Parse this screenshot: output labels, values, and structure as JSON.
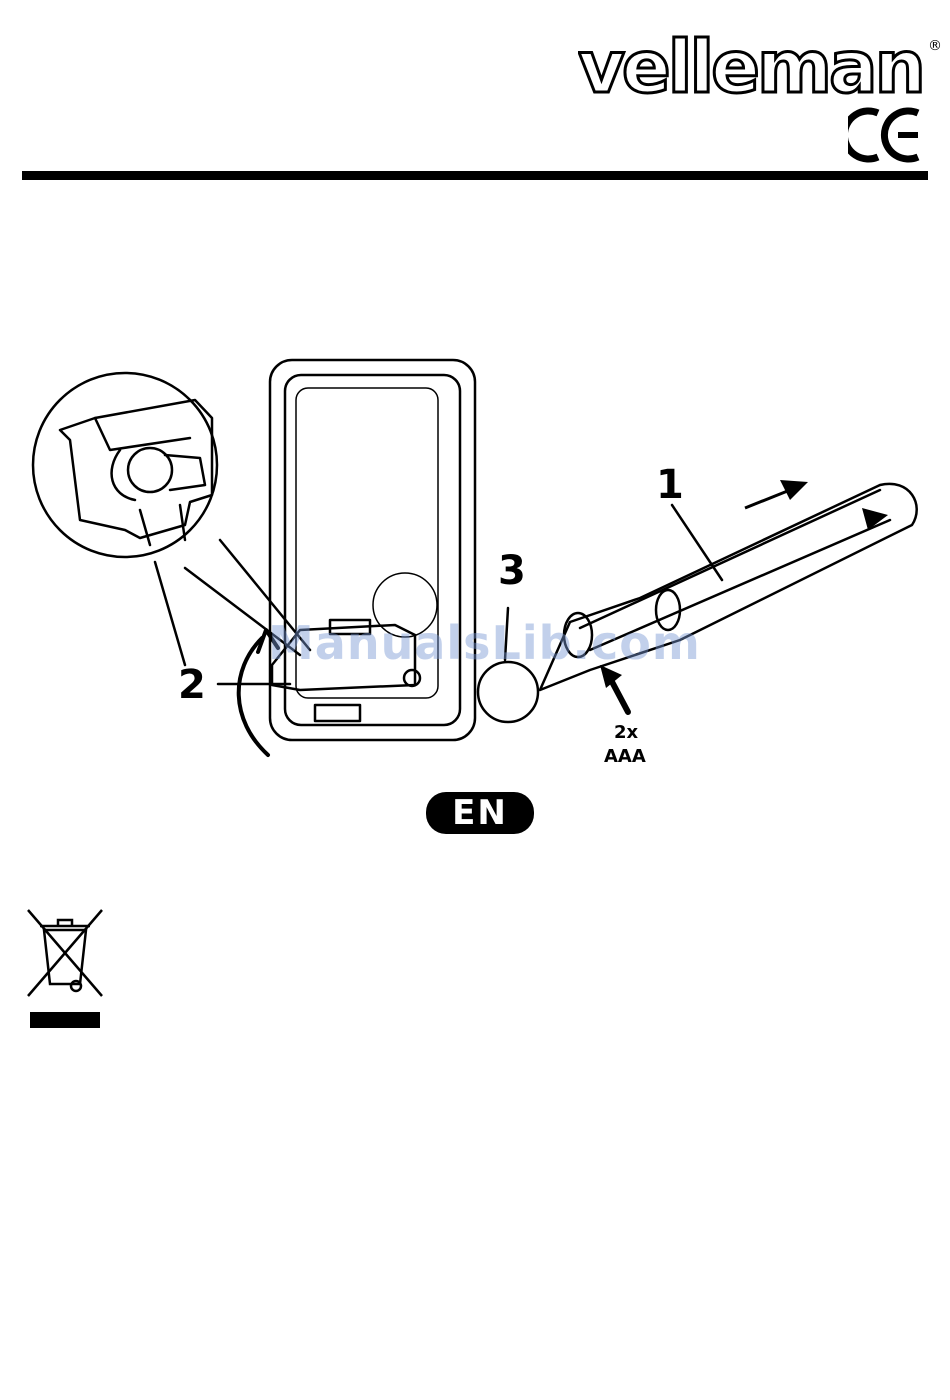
{
  "brand": {
    "name": "velleman",
    "registered_mark": "®",
    "certification": "CE"
  },
  "figure": {
    "callouts": [
      "1",
      "2",
      "3"
    ],
    "battery_qty": "2x",
    "battery_type": "AAA",
    "icons": [
      "arrow-right-icon",
      "rotate-arrow-icon",
      "battery-arrow-icon",
      "magnifier-detail-icon"
    ]
  },
  "language_badge": "EN",
  "disposal_symbol": "crossed-out-bin-icon",
  "watermark": "ManualsLib.com"
}
